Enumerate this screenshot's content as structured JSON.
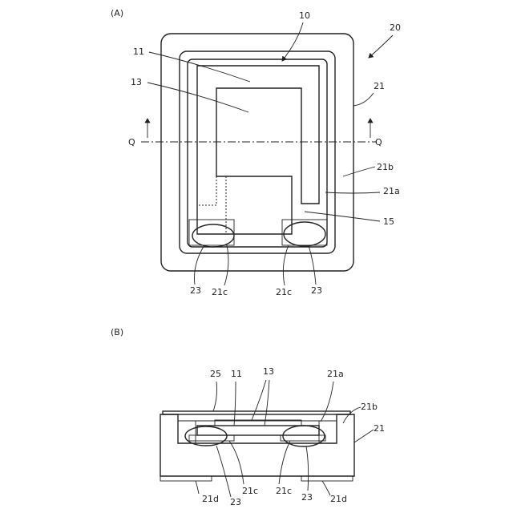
{
  "panels": {
    "a": {
      "label": "(A)",
      "refs": {
        "r10": "10",
        "r20": "20",
        "r11": "11",
        "r13": "13",
        "r21": "21",
        "q_left": "Q",
        "q_right": "Q",
        "r21b": "21b",
        "r21a": "21a",
        "r15": "15",
        "r23_left": "23",
        "r21c_left": "21c",
        "r21c_right": "21c",
        "r23_right": "23"
      }
    },
    "b": {
      "label": "(B)",
      "refs": {
        "r25": "25",
        "r11": "11",
        "r13": "13",
        "r21a": "21a",
        "r21b": "21b",
        "r21": "21",
        "r21d_left": "21d",
        "r23_left": "23",
        "r21c_left": "21c",
        "r21c_right": "21c",
        "r23_right": "23",
        "r21d_right": "21d"
      }
    }
  }
}
